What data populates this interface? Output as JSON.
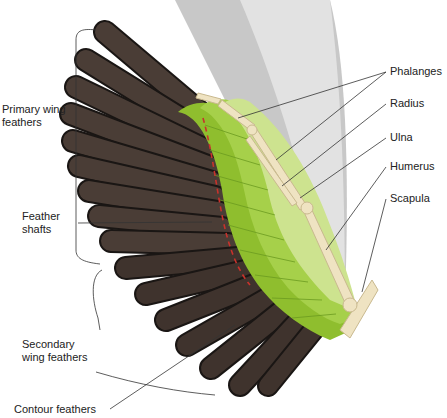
{
  "diagram": {
    "labels": [
      "Primary wing feathers",
      "Feather shafts",
      "Secondary wing feathers",
      "Contour feathers",
      "Phalanges",
      "Radius",
      "Ulna",
      "Humerus",
      "Scapula"
    ]
  }
}
